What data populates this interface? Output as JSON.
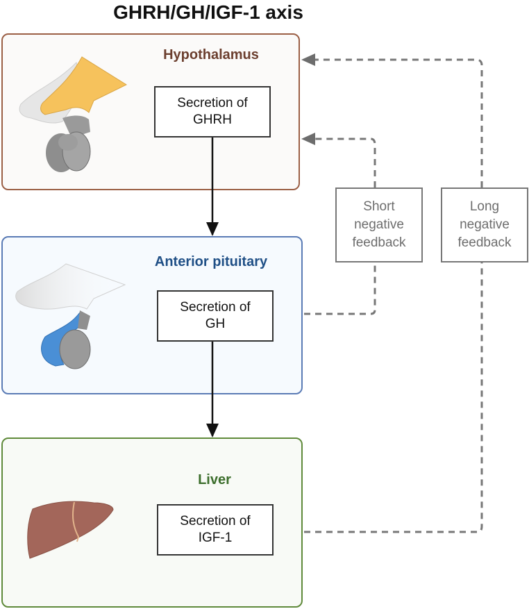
{
  "title": "GHRH/GH/IGF-1 axis",
  "panels": {
    "hypothalamus": {
      "label": "Hypothalamus",
      "secretion_line1": "Secretion of",
      "secretion_line2": "GHRH",
      "icon": "hypothalamus-pituitary-icon",
      "color": "#9b5f45"
    },
    "anterior_pituitary": {
      "label": "Anterior pituitary",
      "secretion_line1": "Secretion of",
      "secretion_line2": "GH",
      "icon": "anterior-pituitary-icon",
      "color": "#5a7bb5"
    },
    "liver": {
      "label": "Liver",
      "secretion_line1": "Secretion of",
      "secretion_line2": "IGF-1",
      "icon": "liver-icon",
      "color": "#5f8a3a"
    }
  },
  "feedback": {
    "short": {
      "line1": "Short",
      "line2": "negative",
      "line3": "feedback"
    },
    "long": {
      "line1": "Long",
      "line2": "negative",
      "line3": "feedback"
    }
  },
  "edges": [
    {
      "from": "hypothalamus",
      "to": "anterior_pituitary",
      "style": "solid"
    },
    {
      "from": "anterior_pituitary",
      "to": "liver",
      "style": "solid"
    },
    {
      "from": "anterior_pituitary",
      "to": "hypothalamus",
      "style": "dashed",
      "via": "short-negative-feedback"
    },
    {
      "from": "liver",
      "to": "hypothalamus",
      "style": "dashed",
      "via": "long-negative-feedback"
    }
  ],
  "colors": {
    "hypothalamus_fill": "#f6c25c",
    "pituitary_anterior_fill": "#4a8fd6",
    "liver_fill": "#a3665a",
    "feedback_line": "#777777"
  }
}
